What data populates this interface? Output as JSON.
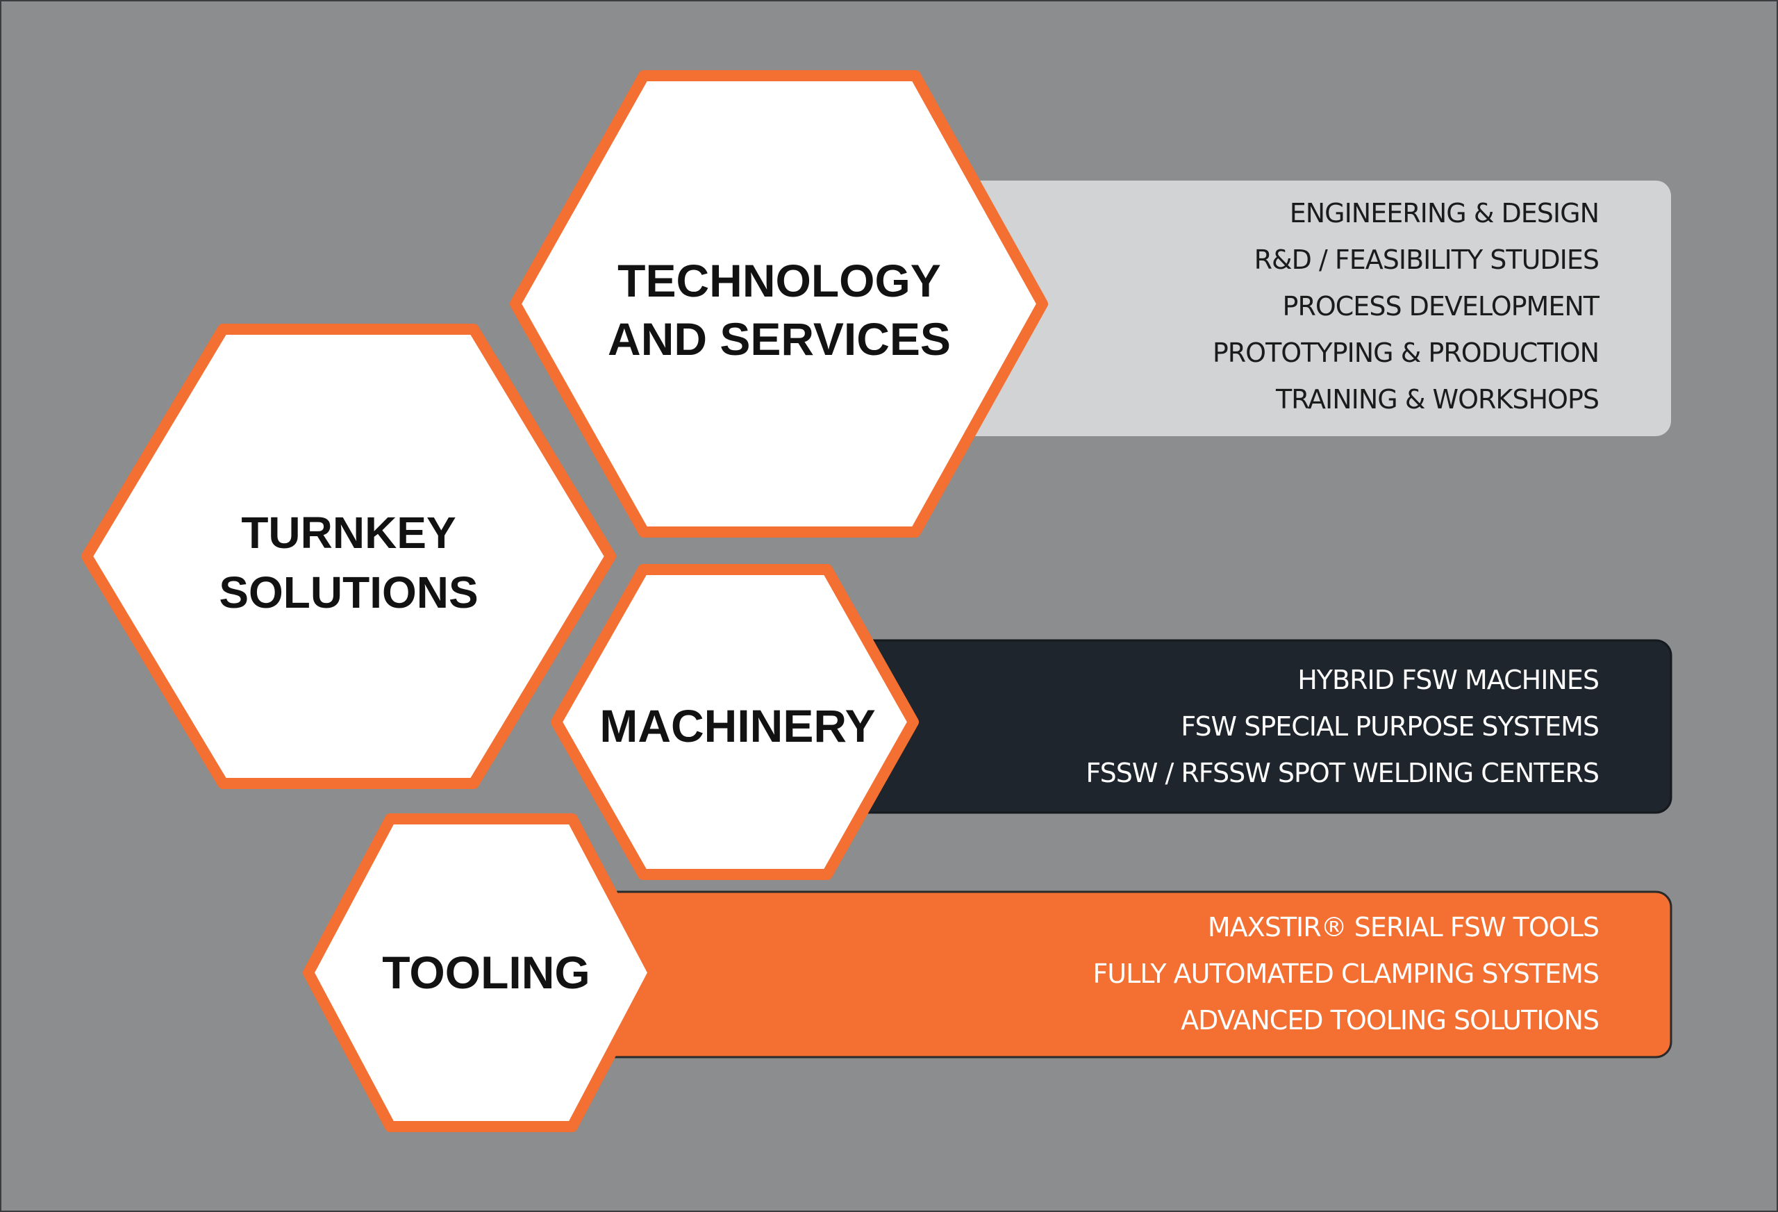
{
  "colors": {
    "background": "#8b8d8f",
    "hex_fill": "#ffffff",
    "hex_border": "#f36f32",
    "light_panel": "#d1d3d4",
    "dark_panel": "#1f252c",
    "orange_panel": "#f36f32",
    "light_panel_text": "#1b1b1b",
    "dark_panel_text": "#ffffff",
    "orange_panel_text": "#ffffff"
  },
  "hexagons": {
    "technology_services": {
      "line1": "TECHNOLOGY",
      "line2": "AND SERVICES"
    },
    "turnkey_solutions": {
      "line1": "TURNKEY",
      "line2": "SOLUTIONS"
    },
    "machinery": {
      "line1": "MACHINERY"
    },
    "tooling": {
      "line1": "TOOLING"
    }
  },
  "panels": {
    "technology_services": {
      "items": [
        "ENGINEERING & DESIGN",
        "R&D / FEASIBILITY STUDIES",
        "PROCESS DEVELOPMENT",
        "PROTOTYPING & PRODUCTION",
        "TRAINING & WORKSHOPS"
      ]
    },
    "machinery": {
      "items": [
        "HYBRID FSW MACHINES",
        "FSW SPECIAL PURPOSE SYSTEMS",
        "FSSW / RFSSW SPOT WELDING CENTERS"
      ]
    },
    "tooling": {
      "items": [
        "MAXSTIR® SERIAL FSW TOOLS",
        "FULLY AUTOMATED CLAMPING SYSTEMS",
        "ADVANCED TOOLING SOLUTIONS"
      ]
    }
  }
}
